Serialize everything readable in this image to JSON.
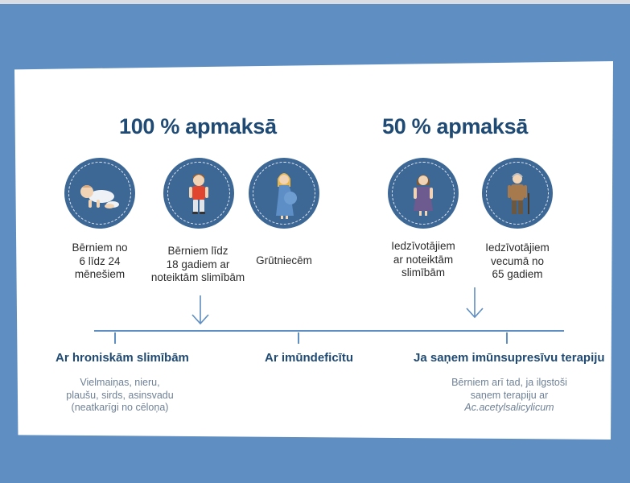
{
  "colors": {
    "background": "#5e8ec2",
    "card": "#ffffff",
    "heading": "#1f4a73",
    "circle": "#3d6896",
    "line": "#5e8ec2",
    "note": "#6f8196"
  },
  "headings": {
    "full": "100 % apmaksā",
    "half": "50 % apmaksā"
  },
  "groups": [
    {
      "icon": "crawling-baby-icon",
      "lines": [
        "Bērniem no",
        "6 līdz 24",
        "mēnešiem"
      ]
    },
    {
      "icon": "child-icon",
      "lines": [
        "Bērniem līdz",
        "18 gadiem ar",
        "noteiktām slimībām"
      ]
    },
    {
      "icon": "pregnant-woman-icon",
      "lines": [
        "Grūtniecēm"
      ]
    },
    {
      "icon": "woman-icon",
      "lines": [
        "Iedzīvotājiem",
        "ar noteiktām",
        "slimībām"
      ]
    },
    {
      "icon": "elderly-man-icon",
      "lines": [
        "Iedzīvotājiem",
        "vecumā no",
        "65 gadiem"
      ]
    }
  ],
  "conditions": [
    {
      "title": "Ar hroniskām slimībām",
      "note": [
        "Vielmaiņas, nieru,",
        "plaušu, sirds, asinsvadu",
        "(neatkarīgi no cēloņa)"
      ]
    },
    {
      "title": "Ar imūndeficītu",
      "note": []
    },
    {
      "title": "Ja saņem imūnsupresīvu terapiju",
      "note": [
        "Bērniem arī tad, ja ilgstoši",
        "saņem terapiju ar",
        "Ac.acetylsalicylicum"
      ]
    }
  ]
}
